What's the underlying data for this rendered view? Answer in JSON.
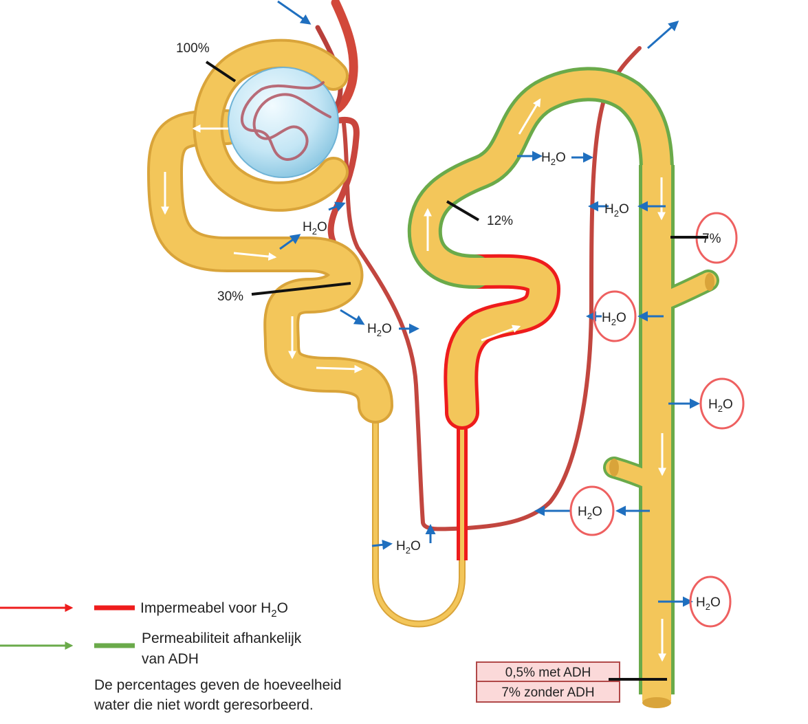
{
  "diagram": {
    "percent_glomerulus": "100%",
    "percent_proximal": "30%",
    "percent_loop": "12%",
    "percent_collecting": "7%",
    "water": {
      "base": "H",
      "sub": "2",
      "tail": "O"
    },
    "collecting_box": {
      "with_adh": "0,5% met ADH",
      "without_adh": "7% zonder ADH"
    }
  },
  "legend": {
    "impermeable": {
      "text": "Impermeabel voor H",
      "sub": "2",
      "tail": "O",
      "color": "#ee1c1c"
    },
    "adh": {
      "line1": "Permeabiliteit afhankelijk",
      "line2": "van ADH",
      "color": "#6aaa4a"
    },
    "note": {
      "line1": "De percentages geven de hoeveelheid",
      "line2": "water die niet wordt geresorbeerd."
    }
  },
  "colors": {
    "tubule": "#f3c65a",
    "tubule_edge": "#d9a43a",
    "vessel": "#c2463f",
    "arrow_blue": "#1f6fbf",
    "circle_red": "#ee6060",
    "box_fill": "#fbd9d9",
    "box_edge": "#b04848"
  }
}
